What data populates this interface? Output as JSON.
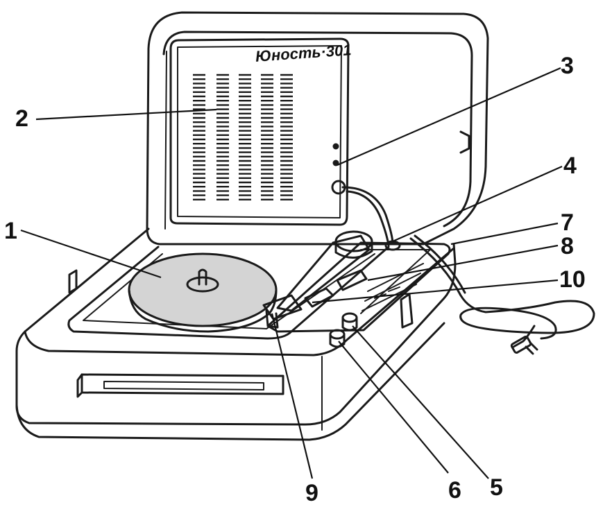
{
  "brand_label": "Юность·301",
  "callouts": [
    {
      "id": "1",
      "label": "1"
    },
    {
      "id": "2",
      "label": "2"
    },
    {
      "id": "3",
      "label": "3"
    },
    {
      "id": "4",
      "label": "4"
    },
    {
      "id": "5",
      "label": "5"
    },
    {
      "id": "6",
      "label": "6"
    },
    {
      "id": "7",
      "label": "7"
    },
    {
      "id": "8",
      "label": "8"
    },
    {
      "id": "9",
      "label": "9"
    },
    {
      "id": "10",
      "label": "10"
    }
  ]
}
